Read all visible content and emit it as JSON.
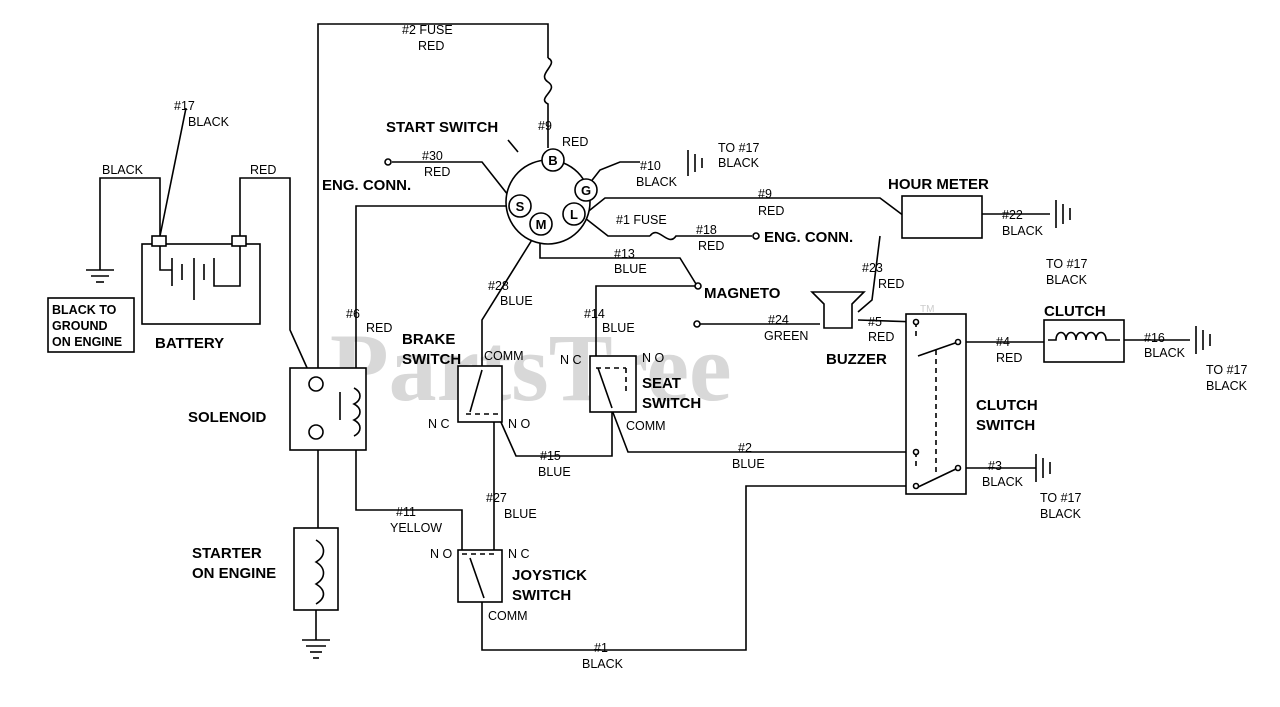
{
  "watermark": {
    "text": "PartsTree",
    "tm": "TM"
  },
  "components": {
    "start_switch": {
      "title": "START SWITCH",
      "pins": [
        "B",
        "G",
        "S",
        "M",
        "L"
      ]
    },
    "battery": {
      "title": "BATTERY"
    },
    "solenoid": {
      "title": "SOLENOID"
    },
    "starter": {
      "line1": "STARTER",
      "line2": "ON ENGINE"
    },
    "brake_switch": {
      "line1": "BRAKE",
      "line2": "SWITCH",
      "comm": "COMM",
      "nc": "N C",
      "no": "N O"
    },
    "seat_switch": {
      "line1": "SEAT",
      "line2": "SWITCH",
      "comm": "COMM",
      "nc": "N C",
      "no": "N O"
    },
    "joystick_switch": {
      "line1": "JOYSTICK",
      "line2": "SWITCH",
      "comm": "COMM",
      "nc": "N C",
      "no": "N O"
    },
    "hour_meter": {
      "title": "HOUR METER"
    },
    "buzzer": {
      "title": "BUZZER"
    },
    "clutch": {
      "title": "CLUTCH"
    },
    "clutch_switch": {
      "line1": "CLUTCH",
      "line2": "SWITCH"
    },
    "magneto": {
      "title": "MAGNETO"
    },
    "eng_conn_1": {
      "title": "ENG. CONN."
    },
    "eng_conn_2": {
      "title": "ENG. CONN."
    },
    "ground_note": {
      "line1": "BLACK TO",
      "line2": "GROUND",
      "line3": "ON ENGINE"
    }
  },
  "wires": [
    {
      "id": "w2fuse",
      "num": "#2 FUSE",
      "color": "RED"
    },
    {
      "id": "w17",
      "num": "#17",
      "color": "BLACK"
    },
    {
      "id": "wbat_black",
      "num": "",
      "color": "BLACK"
    },
    {
      "id": "wbat_red",
      "num": "",
      "color": "RED"
    },
    {
      "id": "w9a",
      "num": "#9",
      "color": "RED"
    },
    {
      "id": "w30",
      "num": "#30",
      "color": "RED"
    },
    {
      "id": "w10",
      "num": "#10",
      "color": "BLACK",
      "to": "TO #17",
      "to_color": "BLACK"
    },
    {
      "id": "w9b",
      "num": "#9",
      "color": "RED"
    },
    {
      "id": "w1fuse",
      "num": "#1 FUSE",
      "color": ""
    },
    {
      "id": "w18",
      "num": "#18",
      "color": "RED"
    },
    {
      "id": "w22",
      "num": "#22",
      "color": "BLACK"
    },
    {
      "id": "w13",
      "num": "#13",
      "color": "BLUE"
    },
    {
      "id": "w23",
      "num": "#23",
      "color": "RED"
    },
    {
      "id": "w17b",
      "num": "",
      "color": "",
      "to": "TO #17",
      "to_color": "BLACK"
    },
    {
      "id": "w28",
      "num": "#28",
      "color": "BLUE"
    },
    {
      "id": "w6",
      "num": "#6",
      "color": "RED"
    },
    {
      "id": "w14",
      "num": "#14",
      "color": "BLUE"
    },
    {
      "id": "w24",
      "num": "#24",
      "color": "GREEN"
    },
    {
      "id": "w5",
      "num": "#5",
      "color": "RED"
    },
    {
      "id": "w4",
      "num": "#4",
      "color": "RED"
    },
    {
      "id": "w16",
      "num": "#16",
      "color": "BLACK",
      "to": "TO #17",
      "to_color": "BLACK"
    },
    {
      "id": "w15",
      "num": "#15",
      "color": "BLUE"
    },
    {
      "id": "w2",
      "num": "#2",
      "color": "BLUE"
    },
    {
      "id": "w3",
      "num": "#3",
      "color": "BLACK",
      "to": "TO #17",
      "to_color": "BLACK"
    },
    {
      "id": "w27",
      "num": "#27",
      "color": "BLUE"
    },
    {
      "id": "w11",
      "num": "#11",
      "color": "YELLOW"
    },
    {
      "id": "w1",
      "num": "#1",
      "color": "BLACK"
    }
  ]
}
